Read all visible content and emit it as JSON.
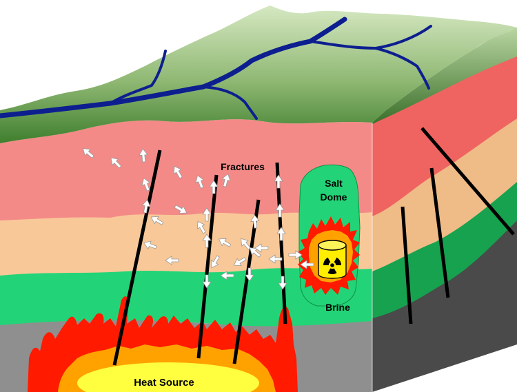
{
  "labels": {
    "fractures": "Fractures",
    "salt_dome_line1": "Salt",
    "salt_dome_line2": "Dome",
    "brine": "Brine",
    "heat_source": "Heat Source"
  },
  "icons": {
    "radiation": "radiation-trefoil-icon",
    "arrow": "white-arrow-icon"
  },
  "colors": {
    "surface_top": "#d6e8c2",
    "surface_bottom": "#3f7f2e",
    "river": "#0d1f8f",
    "pink_layer": "#f38a88",
    "pink_side": "#ef6461",
    "tan_layer": "#f8c898",
    "tan_side": "#efbb86",
    "green_layer": "#22d477",
    "green_side": "#16a24f",
    "gray_layer": "#8f8f8f",
    "gray_side": "#4a4a4a",
    "fire_outer": "#ff1a00",
    "fire_inner": "#ffa200",
    "heat_core": "#ffff40",
    "salt_dome": "#22d477",
    "barrel": "#ffee00"
  }
}
